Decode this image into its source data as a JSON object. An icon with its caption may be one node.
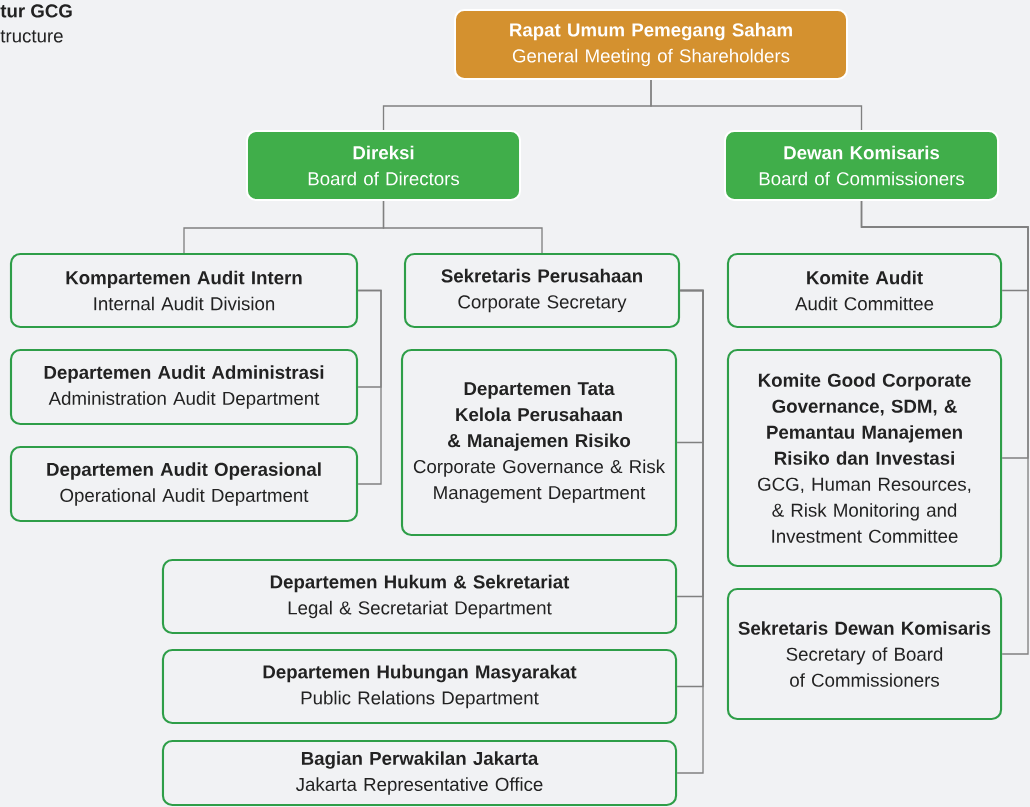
{
  "diagram": {
    "nodes": [
      {
        "text": [
          "Rapat Umum Pemegang Saham",
          "General Meeting of Shareholders"
        ]
      },
      {
        "text": [
          "Direksi",
          "Board of Directors"
        ]
      },
      {
        "text": [
          "Dewan Komisaris",
          "Board of Commissioners"
        ]
      },
      {
        "text": [
          "Kompartemen Audit Intern",
          "Internal Audit Division"
        ]
      },
      {
        "text": [
          "Sekretaris Perusahaan",
          "Corporate Secretary"
        ]
      },
      {
        "text": [
          "Komite Audit",
          "Audit Committee"
        ]
      },
      {
        "text": [
          "Departemen Audit Administrasi",
          "Administration Audit Department"
        ]
      },
      {
        "text": [
          "Departemen Tata Kelola Perusahaan & Manajemen Risiko",
          "Corporate Governance & Risk Management Department"
        ]
      },
      {
        "text": [
          "Komite Good Corporate Governance, SDM, & Pemantau Manajemen Risiko dan Investasi",
          "GCG, Human Resources, & Risk Monitoring and Investment Committee"
        ]
      },
      {
        "text": [
          "Departemen Audit Operasional",
          "Operational Audit Department"
        ]
      },
      {
        "text": [
          "Departemen Hukum & Sekretariat",
          "Legal & Secretariat Department"
        ]
      },
      {
        "text": [
          "Sekretaris Dewan Komisaris",
          "Secretary of Board of Commissioners"
        ]
      },
      {
        "text": [
          "Departemen Hubungan Masyarakat",
          "Public Relations Department"
        ]
      },
      {
        "text": [
          "Bagian Perwakilan Jakarta",
          "Jakarta Representative Office"
        ]
      }
    ],
    "edges": [
      {
        "from": 0,
        "to": 1,
        "arrow": "none"
      },
      {
        "from": 0,
        "to": 2,
        "arrow": "none"
      },
      {
        "from": 1,
        "to": 3,
        "arrow": "none"
      },
      {
        "from": 1,
        "to": 4,
        "arrow": "none"
      },
      {
        "from": 3,
        "to": 6,
        "arrow": "none"
      },
      {
        "from": 3,
        "to": 9,
        "arrow": "none"
      },
      {
        "from": 4,
        "to": 7,
        "arrow": "none"
      },
      {
        "from": 4,
        "to": 10,
        "arrow": "none"
      },
      {
        "from": 4,
        "to": 12,
        "arrow": "none"
      },
      {
        "from": 4,
        "to": 13,
        "arrow": "none"
      },
      {
        "from": 2,
        "to": 5,
        "arrow": "none"
      },
      {
        "from": 2,
        "to": 8,
        "arrow": "none"
      },
      {
        "from": 2,
        "to": 11,
        "arrow": "none"
      }
    ],
    "labels": [
      "tur GCG",
      "tructure"
    ]
  }
}
